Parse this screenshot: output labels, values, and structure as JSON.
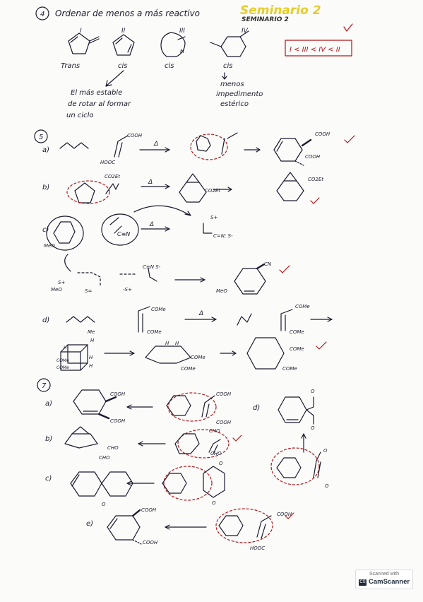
{
  "header": {
    "q4_number": "4",
    "q4_prompt": "Ordenar de menos a más reactivo",
    "seminar_title": "Seminario 2",
    "seminar_subtitle": "SEMINARIO 2"
  },
  "q4": {
    "labels": [
      "I",
      "II",
      "III",
      "IV"
    ],
    "order_answer": "I < III < IV < II",
    "trans_label": "Trans",
    "cis_label_1": "cis",
    "cis_label_2": "cis",
    "cis_label_3": "cis",
    "h_label": "H",
    "note_stable": [
      "El más estable",
      "de rotar al formar",
      "un ciclo"
    ],
    "note_hindrance": [
      "menos",
      "impedimento",
      "estérico"
    ]
  },
  "q5": {
    "number": "5",
    "parts": [
      {
        "id": "a)",
        "reagent": "COOH",
        "reagent2": "HOOC",
        "cond": "Δ",
        "product": [
          "COOH",
          "COOH"
        ]
      },
      {
        "id": "b)",
        "reagent": "CO2Et",
        "cond": "Δ",
        "intermediate": "CO2Et",
        "product": [
          "CO2Et"
        ]
      },
      {
        "id": "c)",
        "reagent": "C≡N",
        "cond": "Δ",
        "group": "MeO",
        "res1": "S+",
        "res2": "C=N; S-",
        "ts1": "S+",
        "ts2": "MeO",
        "ts3": "S=",
        "ts4": "-S+",
        "ts5": "C≡N S-",
        "product": [
          "CN",
          "MeO"
        ]
      },
      {
        "id": "d)",
        "reagent": [
          "COMe",
          "COMe"
        ],
        "cond": "Δ",
        "product": [
          "COMe",
          "COMe"
        ],
        "ts": [
          "Me",
          "H",
          "H",
          "H",
          "COMe",
          "COMe",
          "H"
        ],
        "endo_labels": [
          "COMe",
          "COMe",
          "H",
          "H"
        ]
      }
    ]
  },
  "q7": {
    "number": "7",
    "parts": [
      {
        "id": "a)",
        "product": [
          "COOH",
          "COOH"
        ],
        "reagents": [
          "COOH",
          "COOH"
        ]
      },
      {
        "id": "b)",
        "product": [
          "CHO",
          "CHO"
        ],
        "reagents": [
          "CHO",
          "CHO"
        ]
      },
      {
        "id": "c)",
        "product": [
          "O",
          "O"
        ],
        "reagents": [
          "O",
          "O"
        ]
      },
      {
        "id": "d)",
        "product": [
          "O",
          "O"
        ],
        "reagents": [
          "O",
          "O"
        ]
      },
      {
        "id": "e)",
        "product": [
          "COOH",
          "COOH"
        ],
        "reagents": [
          "COOH",
          "HOOC"
        ]
      }
    ]
  },
  "stamp": {
    "scanned_with": "Scanned with",
    "app": "CamScanner",
    "logo": "CS"
  },
  "colors": {
    "ink": "#1a1a2e",
    "red": "#b0161b",
    "yellow": "#e8cc2a",
    "stamp_bg": "#ffffff"
  }
}
